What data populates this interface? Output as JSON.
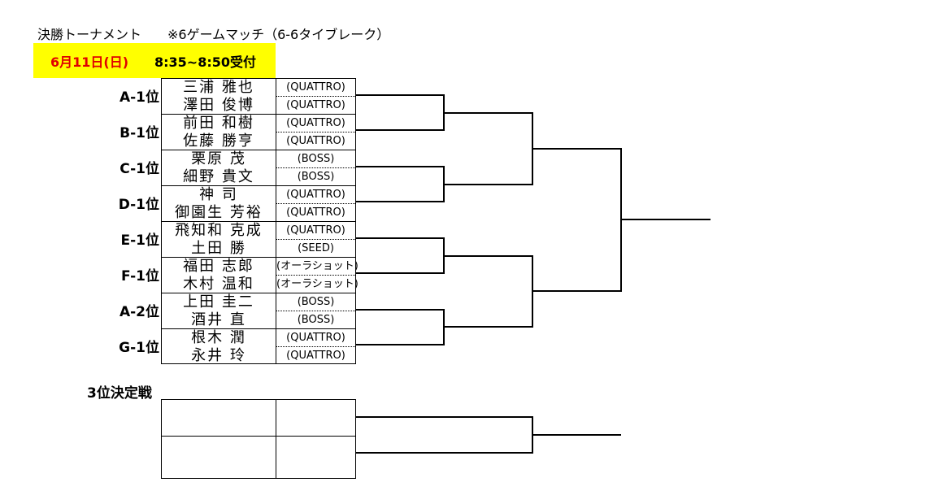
{
  "header": {
    "title": "決勝トーナメント　　※6ゲームマッチ（6-6タイブレーク）",
    "date": "6月11日(日)",
    "time": "8:35~8:50受付"
  },
  "seeds": [
    "A-1位",
    "B-1位",
    "C-1位",
    "D-1位",
    "E-1位",
    "F-1位",
    "A-2位",
    "G-1位"
  ],
  "players": [
    {
      "name": "三浦 雅也",
      "club": "(QUATTRO)"
    },
    {
      "name": "澤田 俊博",
      "club": "(QUATTRO)"
    },
    {
      "name": "前田 和樹",
      "club": "(QUATTRO)"
    },
    {
      "name": "佐藤 勝亨",
      "club": "(QUATTRO)"
    },
    {
      "name": "栗原 茂",
      "club": "(BOSS)"
    },
    {
      "name": "細野 貴文",
      "club": "(BOSS)"
    },
    {
      "name": "神 司",
      "club": "(QUATTRO)"
    },
    {
      "name": "御園生 芳裕",
      "club": "(QUATTRO)"
    },
    {
      "name": "飛知和 克成",
      "club": "(QUATTRO)"
    },
    {
      "name": "土田 勝",
      "club": "(SEED)"
    },
    {
      "name": "福田 志郎",
      "club": "(オーラショット)"
    },
    {
      "name": "木村 温和",
      "club": "(オーラショット)"
    },
    {
      "name": "上田 圭二",
      "club": "(BOSS)"
    },
    {
      "name": "酒井 直",
      "club": "(BOSS)"
    },
    {
      "name": "根木 潤",
      "club": "(QUATTRO)"
    },
    {
      "name": "永井 玲",
      "club": "(QUATTRO)"
    }
  ],
  "third_place": {
    "label": "3位決定戦"
  }
}
